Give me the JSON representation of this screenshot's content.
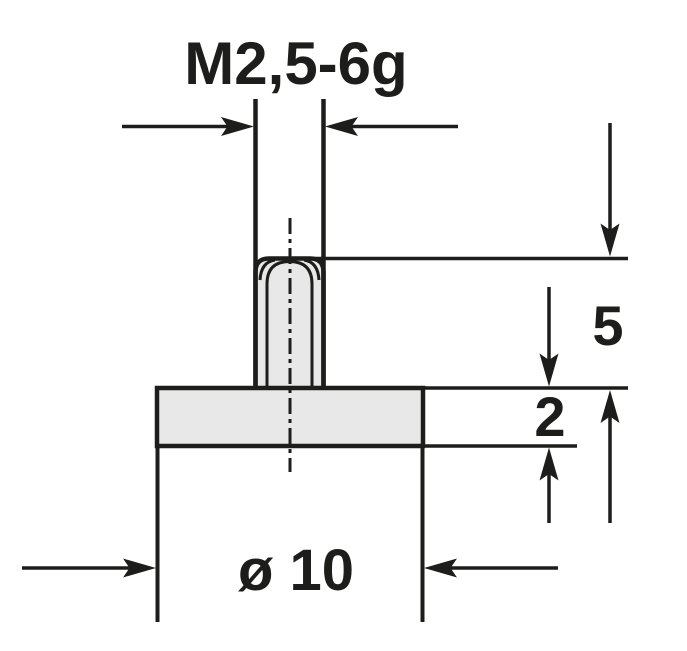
{
  "part_drawing": {
    "labels": {
      "thread_spec": "M2,5-6g",
      "stud_height": "5",
      "plate_thickness": "2",
      "base_diameter": "ø 10"
    },
    "colors": {
      "line": "#1d1d1b",
      "part_fill": "#e8e8e8",
      "background": "#ffffff"
    }
  }
}
